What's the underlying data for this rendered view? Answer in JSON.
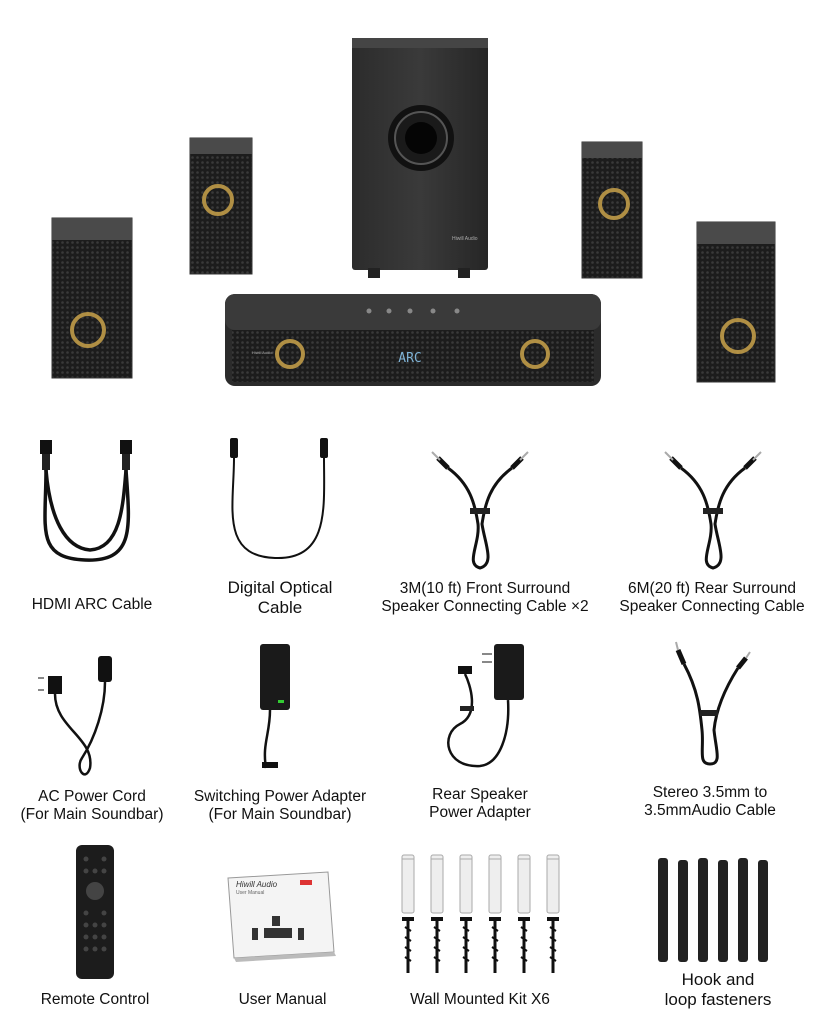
{
  "hero": {
    "soundbar_display": "ARC",
    "brand": "Hiwill Audio"
  },
  "accessories": [
    {
      "id": "hdmi",
      "lines": [
        "HDMI ARC Cable"
      ]
    },
    {
      "id": "optical",
      "lines": [
        "Digital Optical",
        "Cable"
      ]
    },
    {
      "id": "front-cable",
      "lines": [
        "3M(10 ft) Front Surround",
        "Speaker Connecting Cable ×2"
      ]
    },
    {
      "id": "rear-cable",
      "lines": [
        "6M(20 ft)  Rear Surround",
        "Speaker Connecting Cable"
      ]
    },
    {
      "id": "ac-cord",
      "lines": [
        "AC Power Cord",
        "(For Main Soundbar)"
      ]
    },
    {
      "id": "switching-adapter",
      "lines": [
        "Switching Power Adapter",
        "(For Main Soundbar)"
      ]
    },
    {
      "id": "rear-adapter",
      "lines": [
        "Rear Speaker",
        "Power Adapter"
      ]
    },
    {
      "id": "stereo-cable",
      "lines": [
        "Stereo 3.5mm to",
        "3.5mmAudio Cable"
      ]
    },
    {
      "id": "remote",
      "lines": [
        "Remote Control"
      ]
    },
    {
      "id": "manual",
      "lines": [
        "User Manual"
      ]
    },
    {
      "id": "wall-kit",
      "lines": [
        "Wall Mounted Kit X6"
      ]
    },
    {
      "id": "fasteners",
      "lines": [
        "Hook and",
        "loop fasteners"
      ]
    }
  ],
  "manual_cover": {
    "brand": "Hiwill Audio",
    "subtitle": "User Manual"
  }
}
